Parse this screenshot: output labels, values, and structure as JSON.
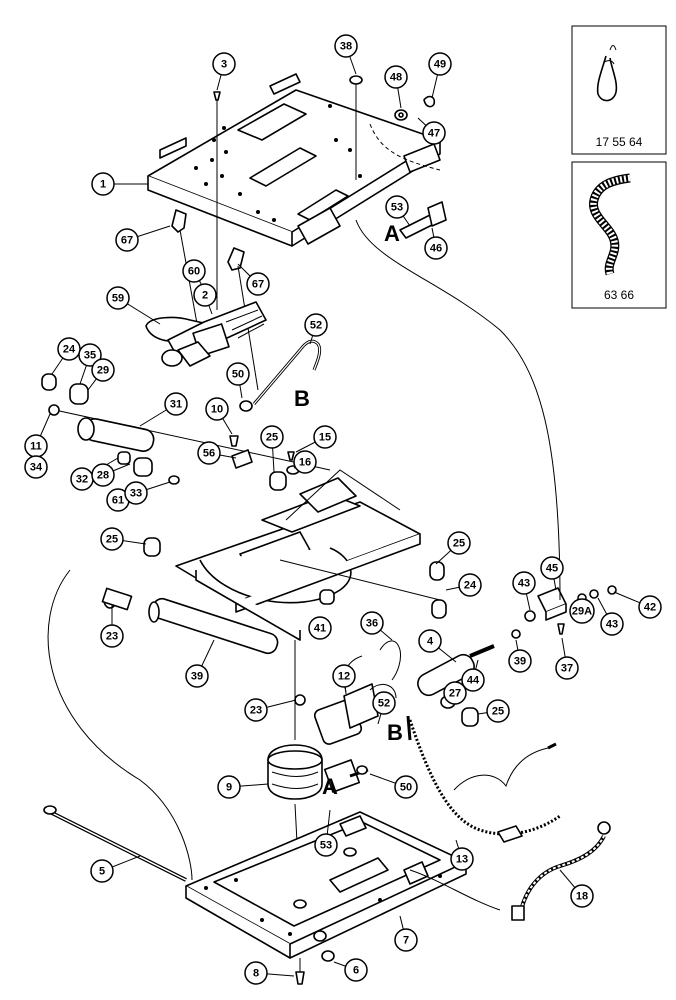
{
  "callouts": [
    {
      "label": "1"
    },
    {
      "label": "3"
    },
    {
      "label": "38"
    },
    {
      "label": "48"
    },
    {
      "label": "49"
    },
    {
      "label": "47"
    },
    {
      "label": "53"
    },
    {
      "label": "46"
    },
    {
      "label": "67"
    },
    {
      "label": "67"
    },
    {
      "label": "60"
    },
    {
      "label": "2"
    },
    {
      "label": "59"
    },
    {
      "label": "52"
    },
    {
      "label": "24"
    },
    {
      "label": "35"
    },
    {
      "label": "29"
    },
    {
      "label": "50"
    },
    {
      "label": "31"
    },
    {
      "label": "11"
    },
    {
      "label": "34"
    },
    {
      "label": "10"
    },
    {
      "label": "15"
    },
    {
      "label": "25"
    },
    {
      "label": "56"
    },
    {
      "label": "16"
    },
    {
      "label": "32"
    },
    {
      "label": "28"
    },
    {
      "label": "61"
    },
    {
      "label": "33"
    },
    {
      "label": "25"
    },
    {
      "label": "25"
    },
    {
      "label": "24"
    },
    {
      "label": "23"
    },
    {
      "label": "45"
    },
    {
      "label": "43"
    },
    {
      "label": "42"
    },
    {
      "label": "39"
    },
    {
      "label": "43"
    },
    {
      "label": "29A"
    },
    {
      "label": "41"
    },
    {
      "label": "36"
    },
    {
      "label": "4"
    },
    {
      "label": "39"
    },
    {
      "label": "37"
    },
    {
      "label": "12"
    },
    {
      "label": "44"
    },
    {
      "label": "27"
    },
    {
      "label": "52"
    },
    {
      "label": "23"
    },
    {
      "label": "25"
    },
    {
      "label": "9"
    },
    {
      "label": "50"
    },
    {
      "label": "53"
    },
    {
      "label": "13"
    },
    {
      "label": "5"
    },
    {
      "label": "18"
    },
    {
      "label": "7"
    },
    {
      "label": "8"
    },
    {
      "label": "6"
    }
  ],
  "view_letters": [
    "A",
    "B",
    "B",
    "A"
  ],
  "insets": [
    {
      "caption": "17  55  64"
    },
    {
      "caption": "63  66"
    }
  ]
}
